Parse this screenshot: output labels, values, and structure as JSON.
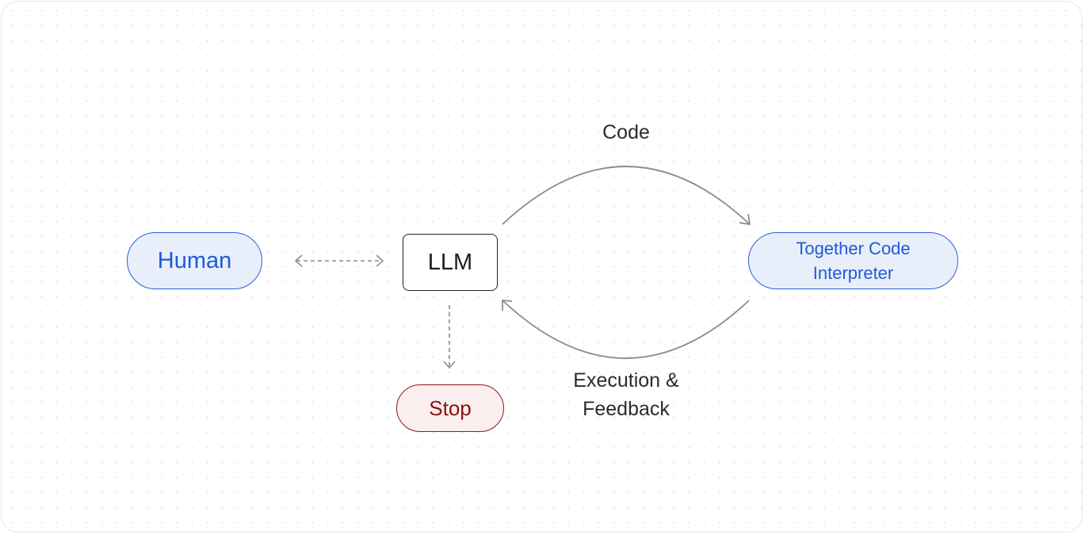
{
  "nodes": {
    "human": "Human",
    "llm": "LLM",
    "interpreter_line1": "Together Code",
    "interpreter_line2": "Interpreter",
    "stop": "Stop"
  },
  "edges": {
    "code": "Code",
    "execution_line1": "Execution &",
    "execution_line2": "Feedback"
  },
  "colors": {
    "accent_blue": "#2463d6",
    "accent_blue_fill": "#e8effb",
    "stop_red": "#8a1a1a",
    "stop_fill": "#fbeeee",
    "edge_gray": "#8c8c8c"
  }
}
